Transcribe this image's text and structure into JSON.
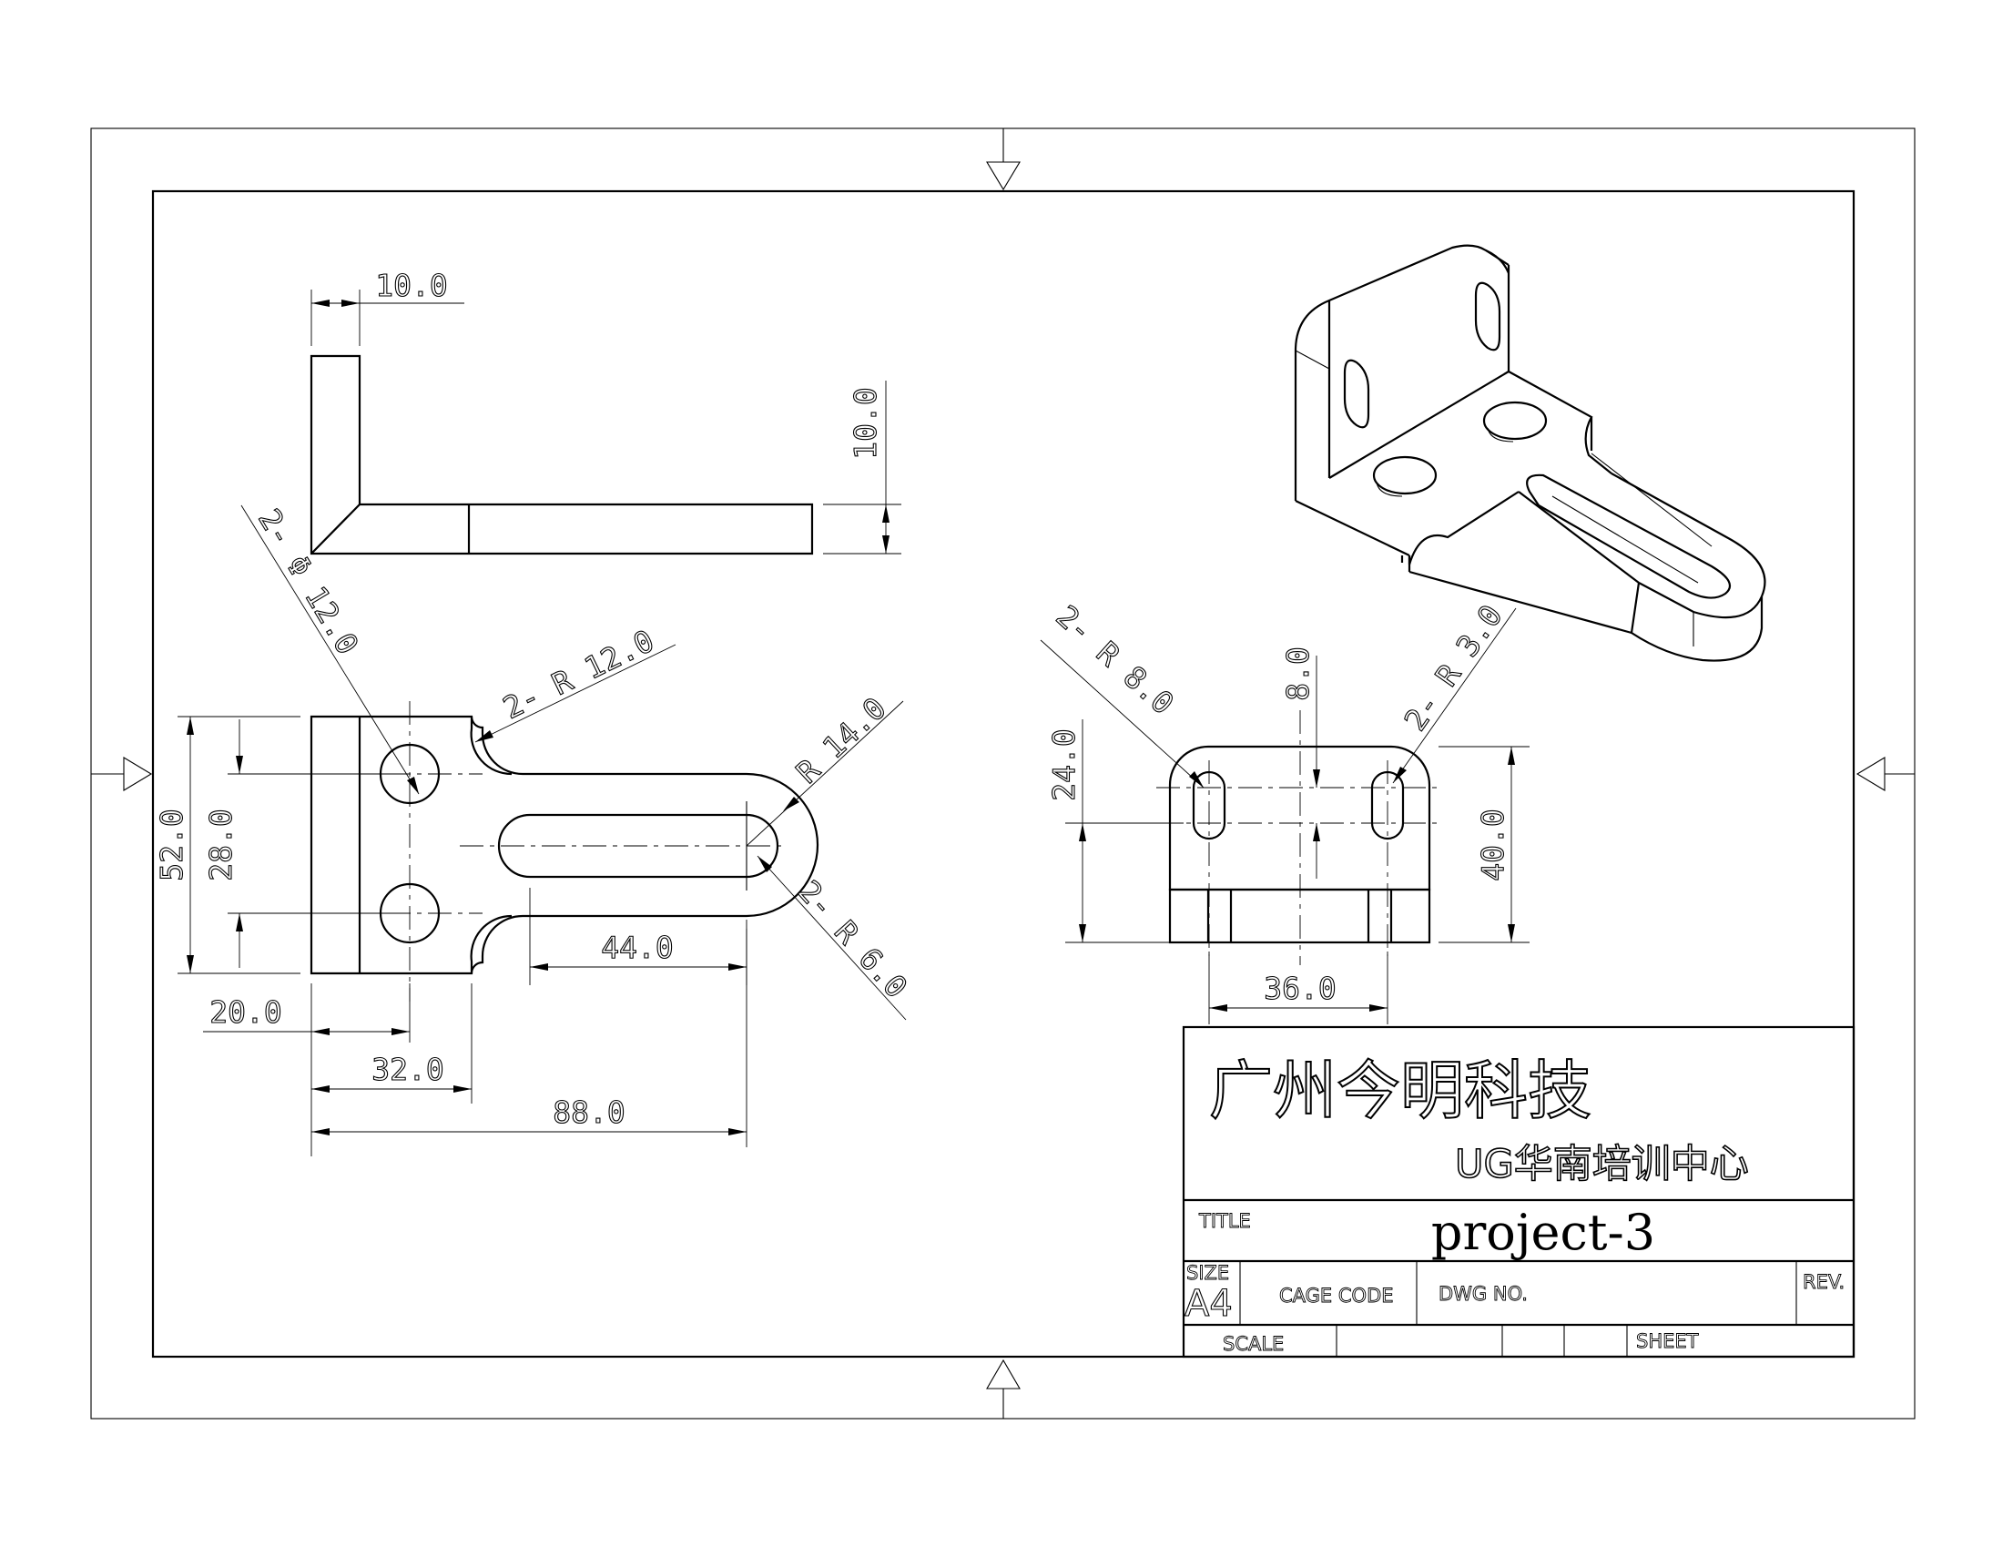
{
  "title_block": {
    "company_cn": "广州今明科技",
    "subtitle_cn": "UG华南培训中心",
    "title_label": "TITLE",
    "title_value": "project-3",
    "size_label": "SIZE",
    "size_value": "A4",
    "cage_code_label": "CAGE CODE",
    "dwg_no_label": "DWG NO.",
    "rev_label": "REV.",
    "scale_label": "SCALE",
    "sheet_label": "SHEET"
  },
  "dimensions": {
    "top_view": {
      "thickness_horizontal": "10.0",
      "thickness_vertical": "10.0"
    },
    "front_view": {
      "hole_callout_a": "2- Φ 12.0",
      "corner_radius": "2- R 12.0",
      "end_radius": "R 14.0",
      "slot_radius": "2- R 6.0",
      "overall_height": "52.0",
      "hole_spacing": "28.0",
      "slot_length": "44.0",
      "hole_offset": "20.0",
      "flange_width": "32.0",
      "overall_length": "88.0"
    },
    "side_view": {
      "corner_radius": "2- R 8.0",
      "slot_radius": "2- R 3.0",
      "slot_length": "8.0",
      "slot_height": "24.0",
      "overall_height": "40.0",
      "slot_spacing": "36.0"
    }
  }
}
